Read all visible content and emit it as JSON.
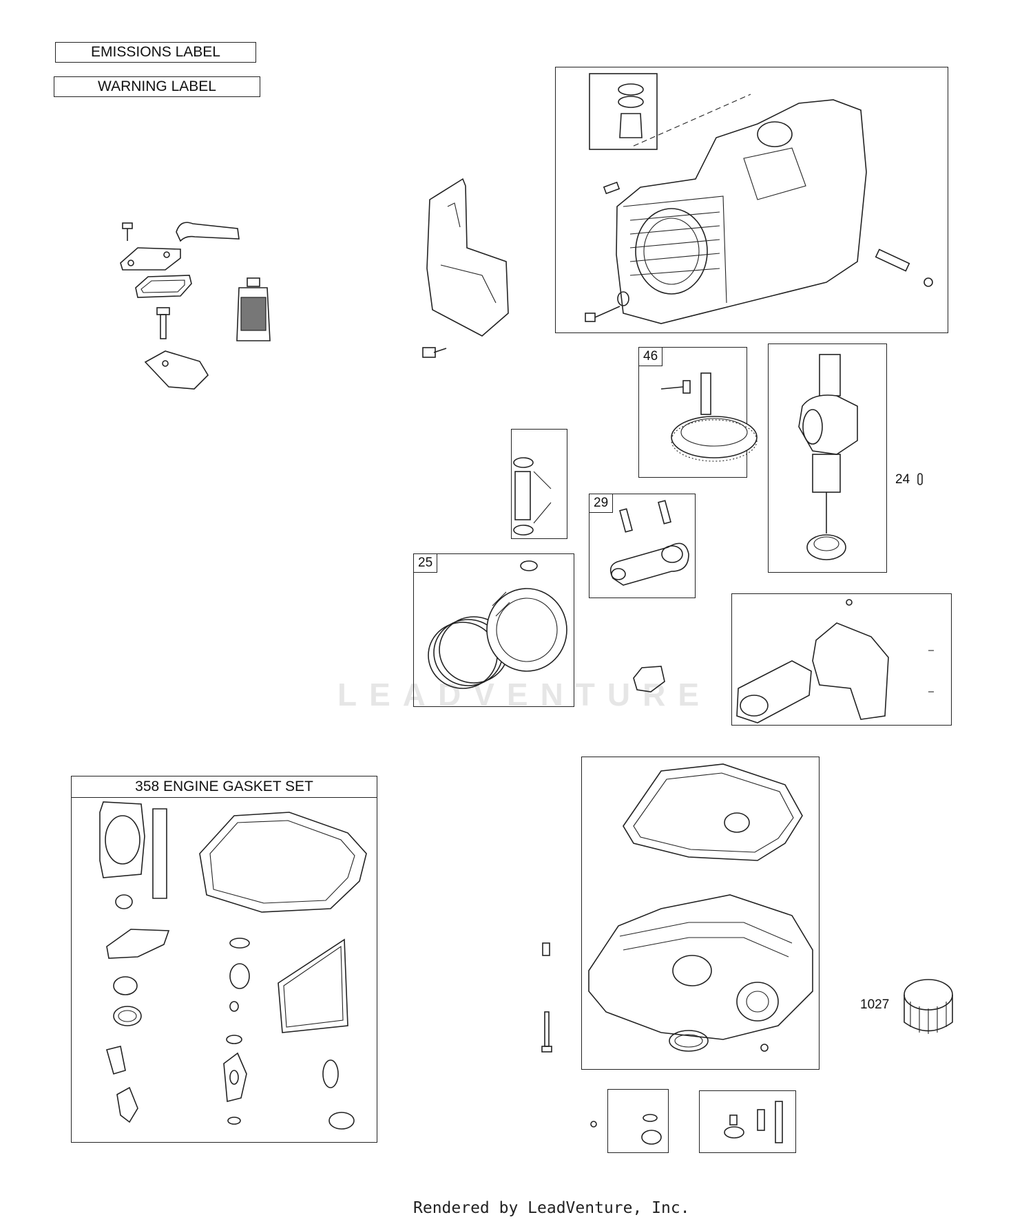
{
  "labels": {
    "emissions": "EMISSIONS LABEL",
    "warning": "WARNING LABEL"
  },
  "callouts": {
    "ref_46": "46",
    "ref_29": "29",
    "ref_25": "25",
    "ref_24": "24",
    "ref_1027": "1027"
  },
  "gasket_set": {
    "title": "358 ENGINE GASKET SET"
  },
  "watermark": "LEADVENTURE",
  "footer": "Rendered by LeadVenture, Inc."
}
